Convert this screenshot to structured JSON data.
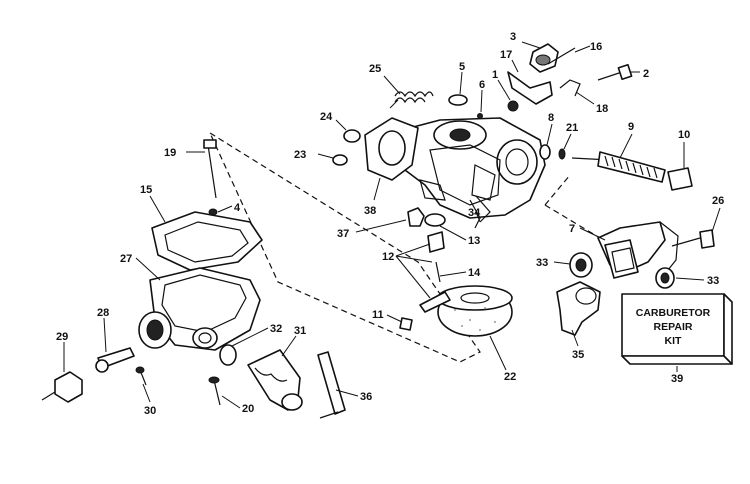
{
  "callouts": {
    "n1": "1",
    "n2": "2",
    "n3": "3",
    "n4": "4",
    "n5": "5",
    "n6": "6",
    "n7": "7",
    "n8": "8",
    "n9": "9",
    "n10": "10",
    "n11": "11",
    "n12": "12",
    "n13": "13",
    "n14": "14",
    "n15": "15",
    "n16": "16",
    "n17": "17",
    "n18": "18",
    "n19": "19",
    "n20": "20",
    "n21": "21",
    "n22": "22",
    "n23": "23",
    "n24": "24",
    "n25": "25",
    "n26": "26",
    "n27": "27",
    "n28": "28",
    "n29": "29",
    "n30": "30",
    "n31": "31",
    "n32": "32",
    "n33a": "33",
    "n33b": "33",
    "n34": "34",
    "n35": "35",
    "n36": "36",
    "n37": "37",
    "n38": "38",
    "n39": "39"
  },
  "repair_kit": {
    "line1": "CARBURETOR",
    "line2": "REPAIR",
    "line3": "KIT"
  }
}
